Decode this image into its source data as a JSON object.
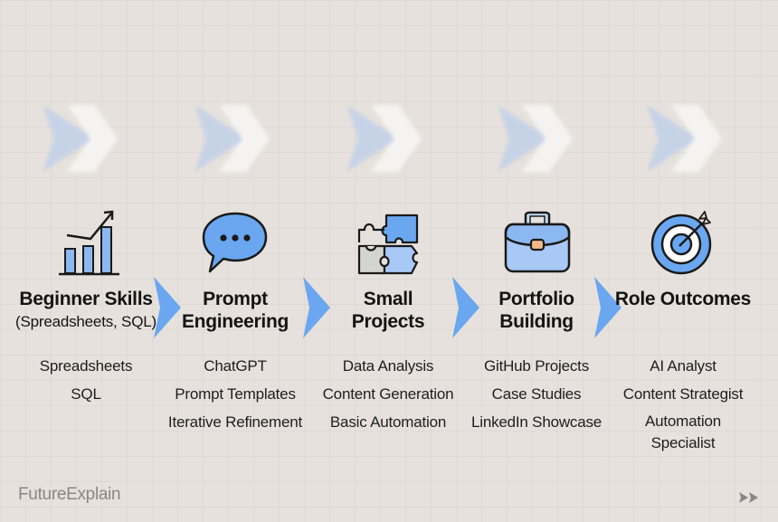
{
  "colors": {
    "background": "#e6e1dc",
    "accent_blue": "#6aa7f0",
    "icon_blue_light": "#a8c8f5",
    "icon_outline": "#1a1a1a",
    "clasp_orange": "#f0b98a",
    "brand_gray": "#8a8683"
  },
  "stages": [
    {
      "icon": "bar-chart-growth-icon",
      "title": "Beginner Skills",
      "subtitle": "(Spreadsheets, SQL)",
      "items": [
        "Spreadsheets",
        "SQL"
      ]
    },
    {
      "icon": "speech-bubble-icon",
      "title_line1": "Prompt",
      "title_line2": "Engineering",
      "items": [
        "ChatGPT",
        "Prompt Templates",
        "Iterative Refinement"
      ]
    },
    {
      "icon": "puzzle-pieces-icon",
      "title_line1": "Small",
      "title_line2": "Projects",
      "items": [
        "Data Analysis",
        "Content Generation",
        "Basic Automation"
      ]
    },
    {
      "icon": "briefcase-icon",
      "title_line1": "Portfolio",
      "title_line2": "Building",
      "items": [
        "GitHub Projects",
        "Case Studies",
        "LinkedIn Showcase"
      ]
    },
    {
      "icon": "target-icon",
      "title": "Role Outcomes",
      "items": [
        "AI Analyst",
        "Content Strategist",
        "Automation Specialist"
      ]
    }
  ],
  "footer": {
    "brand": "FutureExplain",
    "nav_icon": "fast-forward-icon"
  }
}
